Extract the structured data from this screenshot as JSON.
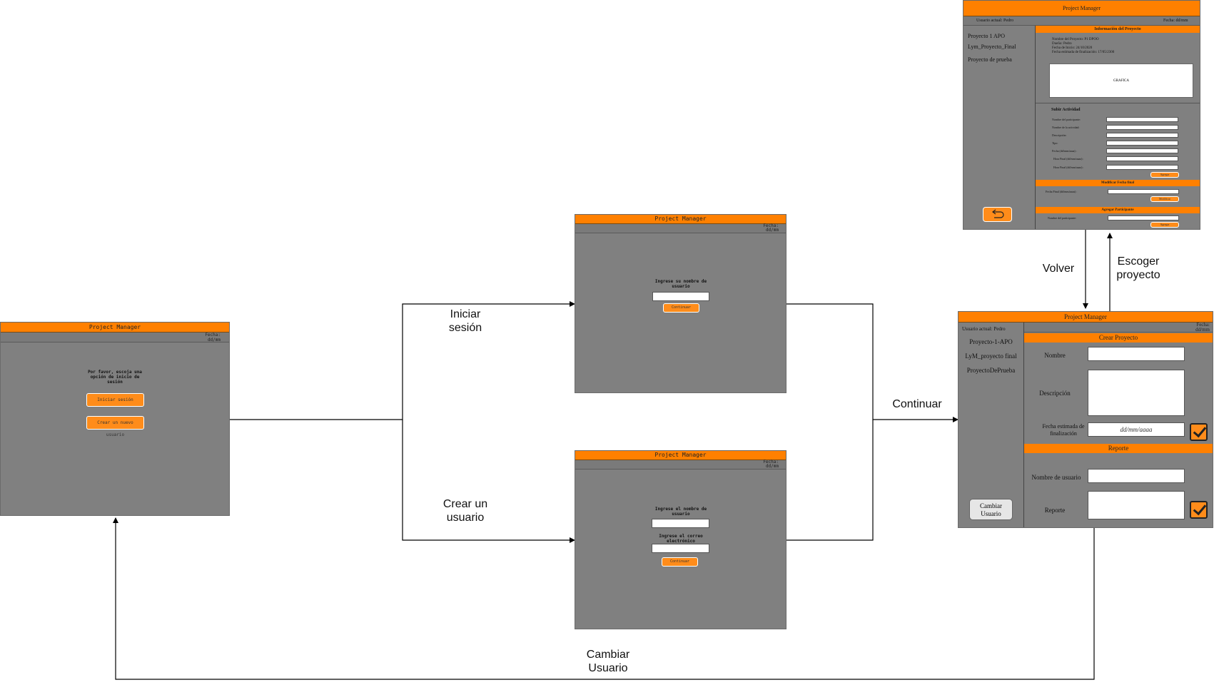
{
  "screens": {
    "start": {
      "title": "Project Manager",
      "date": "Fecha: dd/mm",
      "prompt": "Por favor, escoja una opción de inicio de sesión",
      "login_button": "Iniciar sesión",
      "create_button": "Crear un nuevo usuario"
    },
    "login": {
      "title": "Project Manager",
      "date": "Fecha: dd/mm",
      "prompt": "Ingrese su nombre de usuario",
      "continue_button": "Continuar"
    },
    "create_user": {
      "title": "Project Manager",
      "date": "Fecha: dd/mm",
      "name_prompt": "Ingrese el nombre de usuario",
      "email_prompt": "Ingrese el correo electrónico",
      "continue_button": "Continuar"
    },
    "main": {
      "title": "Project Manager",
      "current_user": "Usuario actual:  Pedro",
      "date": "Fecha: dd/mm",
      "projects": [
        "Proyecto-1-APO",
        "LyM_proyecto final",
        "ProyectoDePrueba"
      ],
      "create_header": "Crear Proyecto",
      "name_label": "Nombre",
      "description_label": "Descripción",
      "end_date_label": "Fecha estimada de finalización",
      "date_placeholder": "dd/mm/aaaa",
      "report_header": "Reporte",
      "username_label": "Nombre de usuario",
      "report_label": "Reporte",
      "change_user_button": "Cambiar Usuario"
    },
    "project": {
      "title": "Project Manager",
      "current_user": "Usuario actual:  Pedro",
      "date": "Fecha: dd/mm",
      "projects": [
        "Proyecto 1 APO",
        "Lym_Proyecto_Final",
        "Proyecto de prueba"
      ],
      "info_header": "Información del Proyecto",
      "info_lines": [
        "Nombre del Proyecto: P1 DPOO",
        "Dueño: Pedro",
        "Fecha de Inicio: 24/10/2020",
        "Fecha estimada de finalización: 17/05/2300"
      ],
      "chart_label": "GRAFICA",
      "activity_header": "Subir Actividad",
      "activity_fields": [
        "Nombre del participante:",
        "Nombre de la actividad:",
        "Descripción:",
        "Tipo:",
        "Fecha (dd/mm/aaaa) :",
        "Hora Final (dd/mm/aaaa) :",
        "Hora Final (dd/mm/aaaa) :"
      ],
      "add_button": "Agregar",
      "modify_header": "Modificar Fecha final",
      "modify_field": "Fecha Final (dd/mm/aaaa) :",
      "modify_button": "Modificar",
      "participant_header": "Agregar Participante",
      "participant_field": "Nombre del participante:",
      "participant_button": "Agregar"
    }
  },
  "flow_labels": {
    "login": "Iniciar sesión",
    "create_user": "Crear un usuario",
    "continue": "Continuar",
    "back": "Volver",
    "choose_project": "Escoger proyecto",
    "change_user": "Cambiar Usuario"
  },
  "colors": {
    "accent": "#ff8000",
    "panel": "#808080",
    "line": "#000000"
  }
}
